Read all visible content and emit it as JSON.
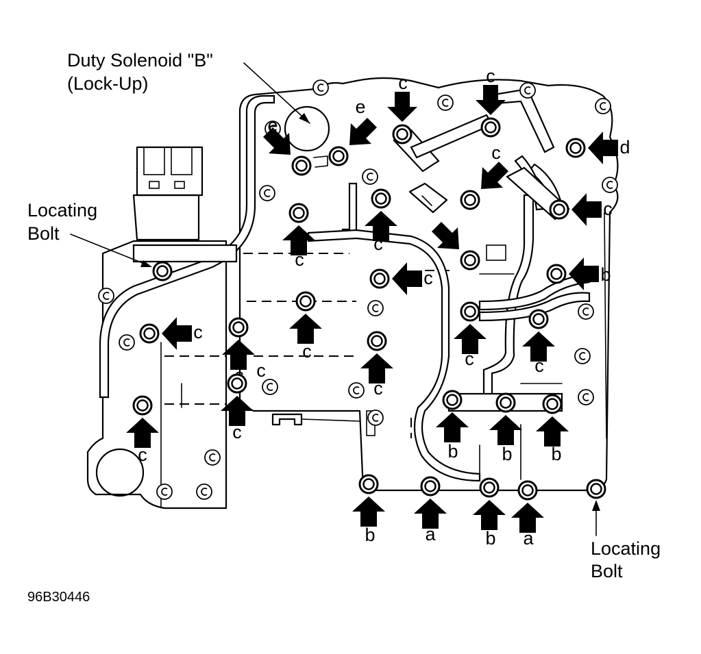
{
  "figure_id": "96B30446",
  "callouts": {
    "duty_solenoid": [
      "Duty Solenoid \"B\"",
      "(Lock-Up)"
    ],
    "locating_bolt_left": [
      "Locating",
      "Bolt"
    ],
    "locating_bolt_right": [
      "Locating",
      "Bolt"
    ]
  },
  "bolts": [
    {
      "id": "b01",
      "label": "e"
    },
    {
      "id": "b02",
      "label": "e"
    },
    {
      "id": "b03",
      "label": "c"
    },
    {
      "id": "b04",
      "label": "c"
    },
    {
      "id": "b05",
      "label": "d"
    },
    {
      "id": "b06",
      "label": "c"
    },
    {
      "id": "b07",
      "label": "c"
    },
    {
      "id": "b08",
      "label": "c"
    },
    {
      "id": "b09",
      "label": "c"
    },
    {
      "id": "b10",
      "label": ""
    },
    {
      "id": "b11",
      "label": "c"
    },
    {
      "id": "b12",
      "label": "b"
    },
    {
      "id": "b13",
      "label": "c"
    },
    {
      "id": "b14",
      "label": "c"
    },
    {
      "id": "b15",
      "label": "c"
    },
    {
      "id": "b16",
      "label": "c"
    },
    {
      "id": "b17",
      "label": "c"
    },
    {
      "id": "b18",
      "label": "c"
    },
    {
      "id": "b19",
      "label": "c"
    },
    {
      "id": "b20",
      "label": "c"
    },
    {
      "id": "b21",
      "label": "c"
    },
    {
      "id": "b22",
      "label": "b"
    },
    {
      "id": "b23",
      "label": "b"
    },
    {
      "id": "b24",
      "label": "b"
    },
    {
      "id": "b25",
      "label": "b"
    },
    {
      "id": "b26",
      "label": "a"
    },
    {
      "id": "b27",
      "label": "b"
    },
    {
      "id": "b28",
      "label": "a"
    }
  ]
}
